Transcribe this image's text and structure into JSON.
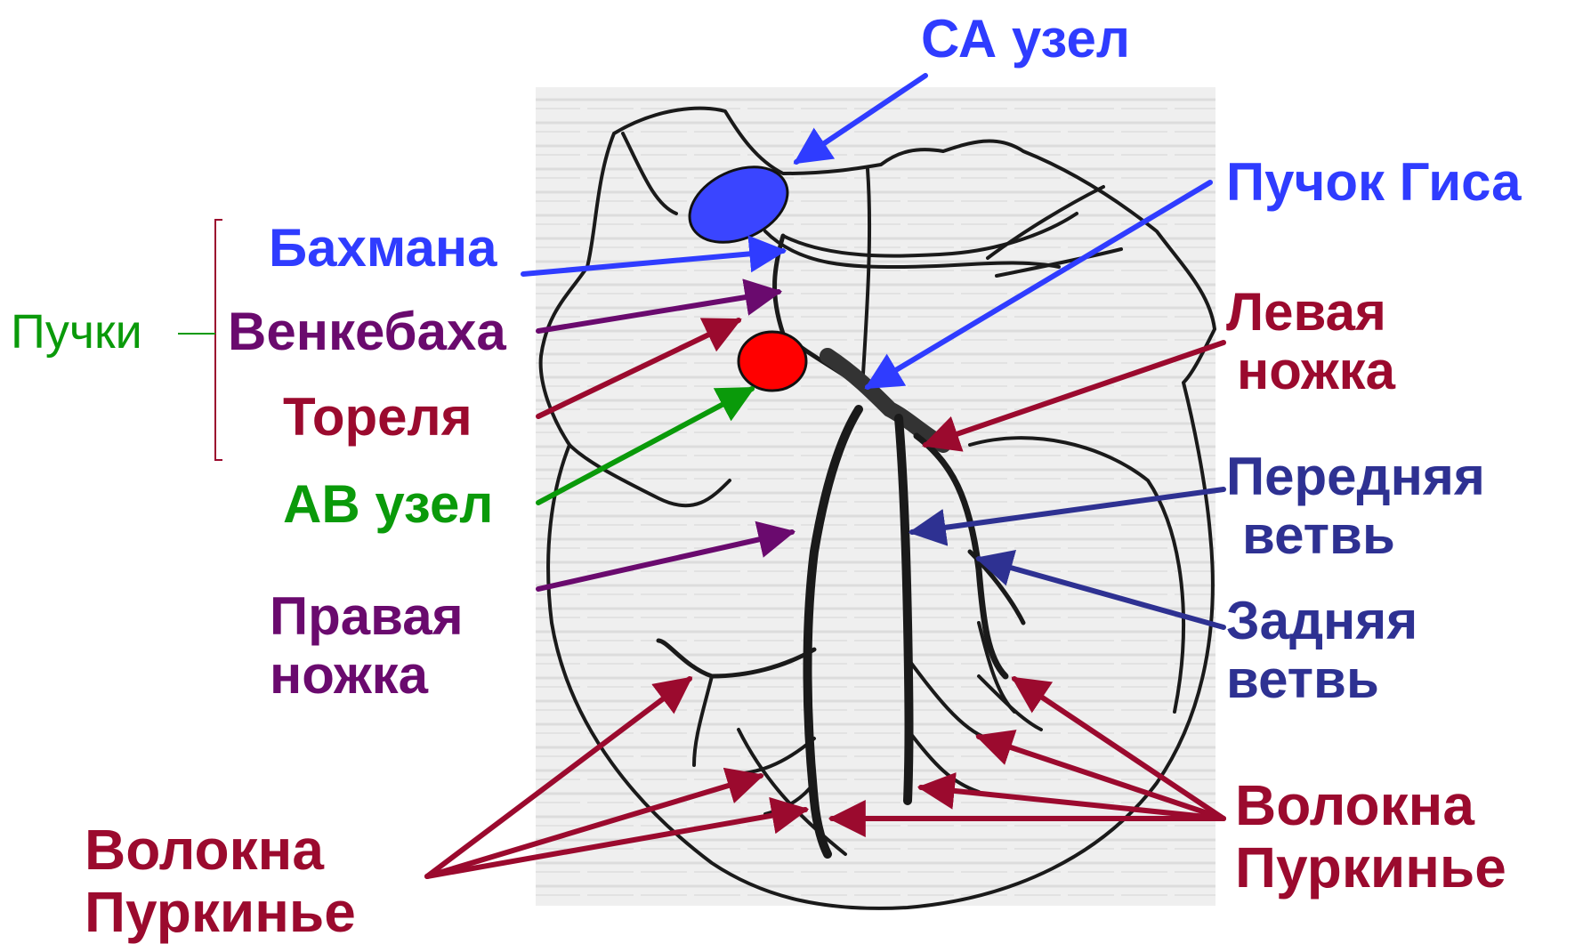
{
  "labels": {
    "sa_node": "СА узел",
    "his_bundle": "Пучок Гиса",
    "bachmann": "Бахмана",
    "bundles": "Пучки",
    "wenckebach": "Венкебаха",
    "thorel": "Тореля",
    "av_node": "АВ узел",
    "left_bundle_line1": "Левая",
    "left_bundle_line2": "ножка",
    "anterior_line1": "Передняя",
    "anterior_line2": "ветвь",
    "posterior_line1": "Задняя",
    "posterior_line2": "ветвь",
    "right_bundle_line1": "Правая",
    "right_bundle_line2": "ножка",
    "purkinje_left_line1": "Волокна",
    "purkinje_left_line2": "Пуркинье",
    "purkinje_right_line1": "Волокна",
    "purkinje_right_line2": "Пуркинье"
  },
  "colors": {
    "blue": "#2f3cff",
    "dark_blue": "#2e3192",
    "red": "#9b0a2e",
    "purple": "#6a0a6e",
    "green": "#0a9a0a",
    "sa_node_fill": "#3a45ff",
    "av_node_fill": "#ff0000",
    "outline": "#1a1a1a",
    "paper": "#eeeeee"
  }
}
